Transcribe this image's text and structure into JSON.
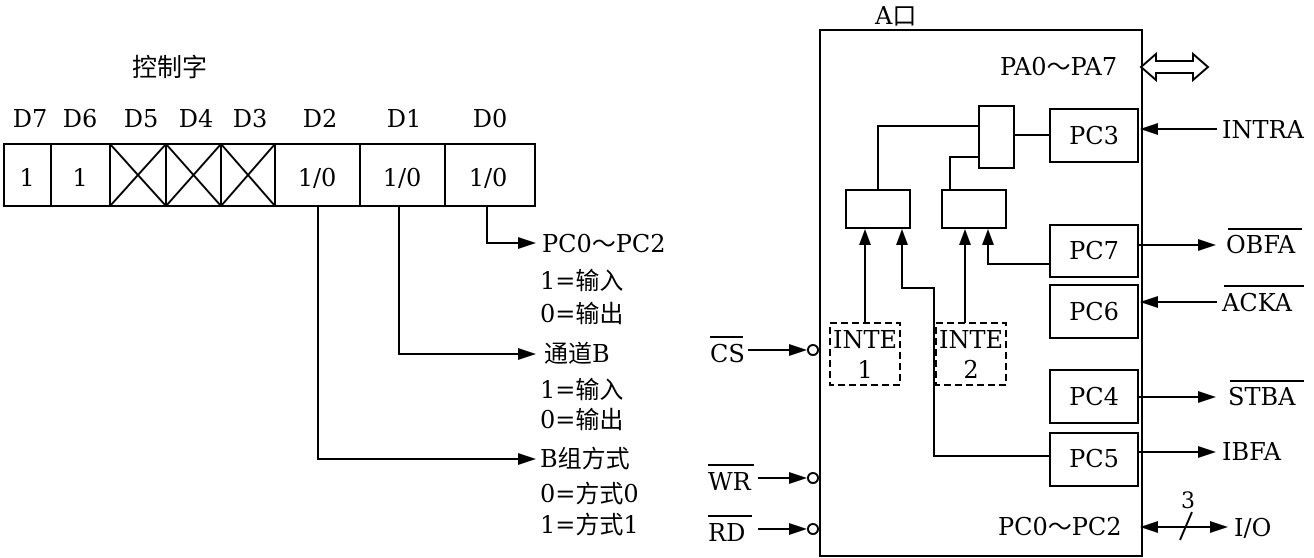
{
  "control_word": {
    "title": "控制字",
    "bit_headers": [
      "D7",
      "D6",
      "D5",
      "D4",
      "D3",
      "D2",
      "D1",
      "D0"
    ],
    "bit_values": [
      "1",
      "1",
      "",
      "",
      "",
      "1/0",
      "1/0",
      "1/0"
    ],
    "annotations": {
      "d0_target": "PC0～PC2",
      "d0_opt1": "1=输入",
      "d0_opt2": "0=输出",
      "d1_target": "通道B",
      "d1_opt1": "1=输入",
      "d1_opt2": "0=输出",
      "d2_target": "B组方式",
      "d2_opt1": "0=方式0",
      "d2_opt2": "1=方式1"
    }
  },
  "chip": {
    "port_a_label": "A口",
    "pa_bus_label": "PA0～PA7",
    "pc_low_label": "PC0～PC2",
    "pins": {
      "pc3": "PC3",
      "pc7": "PC7",
      "pc6": "PC6",
      "pc4": "PC4",
      "pc5": "PC5"
    },
    "inte1": {
      "line1": "INTE",
      "line2": "1"
    },
    "inte2": {
      "line1": "INTE",
      "line2": "2"
    },
    "signals": {
      "intra": "INTRA",
      "obfa": "OBFA",
      "acka": "ACKA",
      "stba": "STBA",
      "ibfa": "IBFA",
      "io": "I/O",
      "io_width": "3"
    },
    "inputs": {
      "cs": "CS",
      "wr": "WR",
      "rd": "RD"
    }
  }
}
